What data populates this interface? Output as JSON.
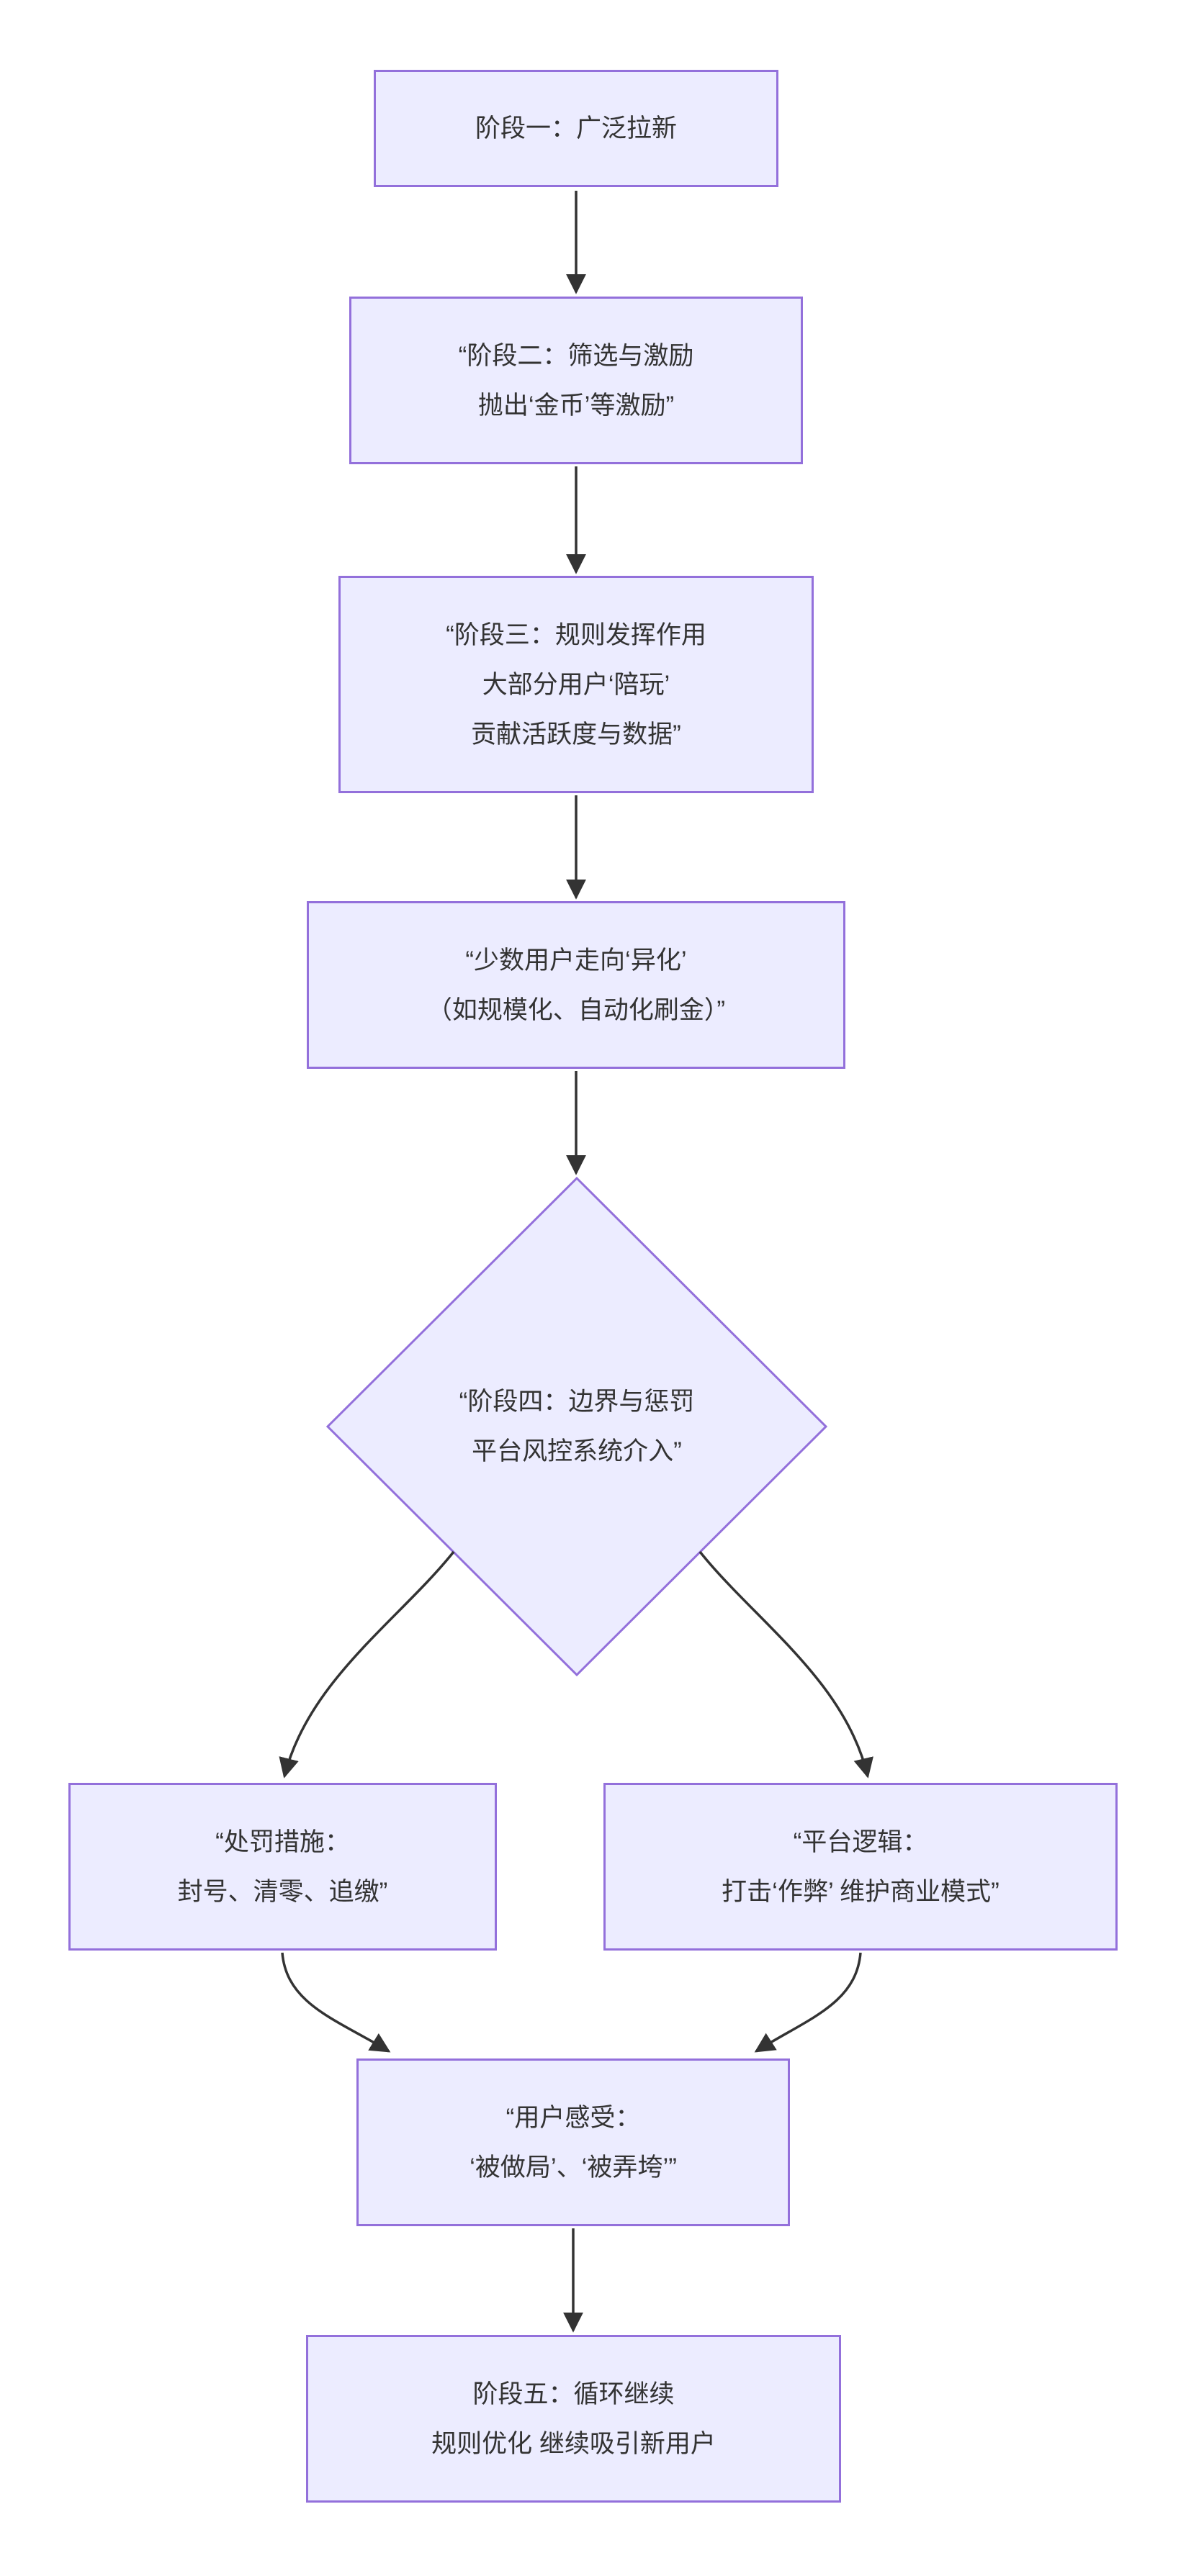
{
  "diagram": {
    "type": "flowchart",
    "direction": "top-down",
    "colors": {
      "canvas_bg": "#ffffff",
      "node_fill": "#ECECFF",
      "node_border": "#9370DB",
      "text_color": "#333333",
      "edge_color": "#333333"
    },
    "nodes": [
      {
        "id": "stage1",
        "shape": "rect",
        "lines": [
          "阶段一：广泛拉新"
        ]
      },
      {
        "id": "stage2",
        "shape": "rect",
        "lines": [
          "“阶段二：筛选与激励",
          "抛出‘金币’等激励”"
        ]
      },
      {
        "id": "stage3",
        "shape": "rect",
        "lines": [
          "“阶段三：规则发挥作用",
          "大部分用户‘陪玩’",
          "贡献活跃度与数据”"
        ]
      },
      {
        "id": "alienation",
        "shape": "rect",
        "lines": [
          "“少数用户走向‘异化’",
          "（如规模化、自动化刷金）”"
        ]
      },
      {
        "id": "stage4",
        "shape": "diamond",
        "lines": [
          "“阶段四：边界与惩罚",
          "平台风控系统介入”"
        ]
      },
      {
        "id": "punishment",
        "shape": "rect",
        "lines": [
          "“处罚措施：",
          "封号、清零、追缴”"
        ]
      },
      {
        "id": "platform-logic",
        "shape": "rect",
        "lines": [
          "“平台逻辑：",
          "打击‘作弊’ 维护商业模式”"
        ]
      },
      {
        "id": "user-feeling",
        "shape": "rect",
        "lines": [
          "“用户感受：",
          "‘被做局’、‘被弄垮’”"
        ]
      },
      {
        "id": "stage5",
        "shape": "rect",
        "lines": [
          "阶段五：循环继续",
          "规则优化 继续吸引新用户"
        ]
      }
    ],
    "edges": [
      {
        "from": "stage1",
        "to": "stage2"
      },
      {
        "from": "stage2",
        "to": "stage3"
      },
      {
        "from": "stage3",
        "to": "alienation"
      },
      {
        "from": "alienation",
        "to": "stage4"
      },
      {
        "from": "stage4",
        "to": "punishment"
      },
      {
        "from": "stage4",
        "to": "platform-logic"
      },
      {
        "from": "punishment",
        "to": "user-feeling"
      },
      {
        "from": "platform-logic",
        "to": "user-feeling"
      },
      {
        "from": "user-feeling",
        "to": "stage5"
      }
    ]
  }
}
